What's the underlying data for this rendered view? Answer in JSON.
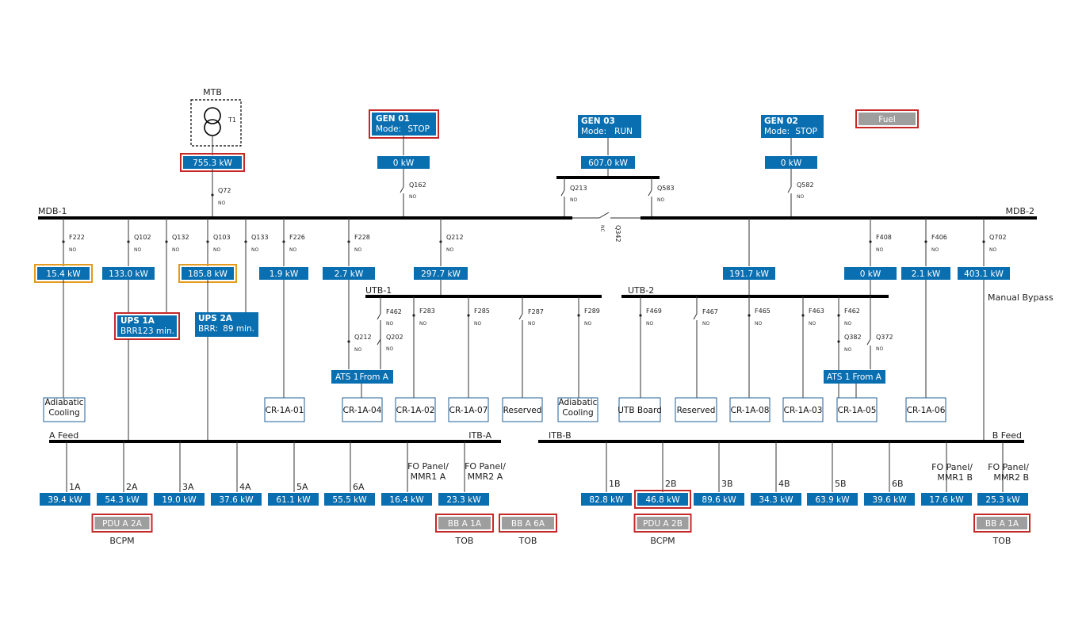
{
  "colors": {
    "meter_blue": "#0a6fb0",
    "alarm_red": "#c62828",
    "warn_orange": "#e39a1e",
    "tob_gray": "#9e9e9e"
  },
  "transformer": {
    "name": "MTB",
    "tag": "T1",
    "meter": "755.3 kW",
    "breaker": "Q72",
    "breaker_state": "NO"
  },
  "generators": {
    "gen01": {
      "name": "GEN 01",
      "mode_label": "Mode:",
      "mode": "STOP",
      "meter": "0 kW",
      "breaker": "Q162",
      "breaker_state": "NO"
    },
    "gen03": {
      "name": "GEN 03",
      "mode_label": "Mode:",
      "mode": "RUN",
      "meter": "607.0 kW",
      "breaker_left": "Q213",
      "breaker_right": "Q583",
      "breaker_state": "NO"
    },
    "gen02": {
      "name": "GEN 02",
      "mode_label": "Mode:",
      "mode": "STOP",
      "meter": "0 kW",
      "breaker": "Q582",
      "breaker_state": "NO"
    }
  },
  "fuel_label": "Fuel",
  "tie": {
    "name": "Q342",
    "state": "NC"
  },
  "buses": {
    "mdb1": "MDB-1",
    "mdb2": "MDB-2",
    "utb1": "UTB-1",
    "utb2": "UTB-2",
    "itba": "ITB-A",
    "itbb": "ITB-B",
    "afeed": "A Feed",
    "bfeed": "B Feed"
  },
  "mdb1_feeders": [
    {
      "breaker": "F222",
      "state": "NO",
      "meter": "15.4 kW"
    },
    {
      "breaker": "Q102",
      "state": "NO",
      "meter": "133.0 kW"
    },
    {
      "breaker": "Q132",
      "state": "NO"
    },
    {
      "breaker": "Q103",
      "state": "NO",
      "meter": "185.8 kW"
    },
    {
      "breaker": "Q133",
      "state": "NO"
    },
    {
      "breaker": "F226",
      "state": "NO",
      "meter": "1.9 kW"
    },
    {
      "breaker": "F228",
      "state": "NO",
      "meter": "2.7 kW"
    },
    {
      "breaker": "Q212",
      "state": "NO",
      "meter": "297.7 kW"
    }
  ],
  "mdb2_feeders": [
    {
      "meter": "191.7 kW"
    },
    {
      "breaker": "F408",
      "state": "NO",
      "meter": "0 kW"
    },
    {
      "breaker": "F406",
      "state": "NO",
      "meter": "2.1 kW"
    },
    {
      "breaker": "Q702",
      "state": "NO",
      "meter": "403.1 kW"
    }
  ],
  "manual_bypass": "Manual Bypass",
  "ups": {
    "ups1a": {
      "name": "UPS 1A",
      "brr_label": "BRR:",
      "brr": "123 min."
    },
    "ups2a": {
      "name": "UPS 2A",
      "brr_label": "BRR:",
      "brr": "89 min."
    }
  },
  "utb1_feeders": [
    {
      "breaker": "F462",
      "state": "NO"
    },
    {
      "breaker": "F283",
      "state": "NO"
    },
    {
      "breaker": "F285",
      "state": "NO"
    },
    {
      "breaker": "F287",
      "state": "NO"
    },
    {
      "breaker": "F289",
      "state": "NO"
    }
  ],
  "utb1_ats": {
    "left": "Q212",
    "right": "Q202",
    "state": "NO",
    "label": "ATS 1",
    "source": "From A"
  },
  "utb2_feeders": [
    {
      "breaker": "F469",
      "state": "NO"
    },
    {
      "breaker": "F467",
      "state": "NO"
    },
    {
      "breaker": "F465",
      "state": "NO"
    },
    {
      "breaker": "F463",
      "state": "NO"
    },
    {
      "breaker": "F462",
      "state": "NO"
    }
  ],
  "utb2_ats": {
    "left": "Q382",
    "right": "Q372",
    "state": "NO",
    "label": "ATS 1",
    "source": "From A"
  },
  "loads": {
    "adiabatic1": [
      "Adiabatic",
      "Cooling"
    ],
    "cr1a01": "CR-1A-01",
    "cr1a04": "CR-1A-04",
    "cr1a02": "CR-1A-02",
    "cr1a07": "CR-1A-07",
    "reserved1": "Reserved",
    "adiabatic2": [
      "Adiabatic",
      "Cooling"
    ],
    "utbboard": "UTB Board",
    "reserved2": "Reserved",
    "cr1a08": "CR-1A-08",
    "cr1a03": "CR-1A-03",
    "cr1a05": "CR-1A-05",
    "cr1a06": "CR-1A-06"
  },
  "a_branches": [
    {
      "label": "1A",
      "meter": "39.4 kW"
    },
    {
      "label": "2A",
      "meter": "54.3 kW"
    },
    {
      "label": "3A",
      "meter": "19.0 kW"
    },
    {
      "label": "4A",
      "meter": "37.6 kW"
    },
    {
      "label": "5A",
      "meter": "61.1 kW"
    },
    {
      "label": "6A",
      "meter": "55.5 kW"
    },
    {
      "label": [
        "FO Panel/",
        "MMR1 A"
      ],
      "meter": "16.4 kW"
    },
    {
      "label": [
        "FO Panel/",
        "MMR2 A"
      ],
      "meter": "23.3 kW"
    }
  ],
  "b_branches": [
    {
      "label": "1B",
      "meter": "82.8 kW"
    },
    {
      "label": "2B",
      "meter": "46.8 kW"
    },
    {
      "label": "3B",
      "meter": "89.6 kW"
    },
    {
      "label": "4B",
      "meter": "34.3 kW"
    },
    {
      "label": "5B",
      "meter": "63.9 kW"
    },
    {
      "label": "6B",
      "meter": "39.6 kW"
    },
    {
      "label": [
        "FO Panel/",
        "MMR1 B"
      ],
      "meter": "17.6 kW"
    },
    {
      "label": [
        "FO Panel/",
        "MMR2 B"
      ],
      "meter": "25.3 kW"
    }
  ],
  "bottom_units": [
    {
      "name": "PDU A 2A",
      "caption": "BCPM"
    },
    {
      "name": "BB A 1A",
      "caption": "TOB"
    },
    {
      "name": "BB A 6A",
      "caption": "TOB"
    },
    {
      "name": "PDU A 2B",
      "caption": "BCPM"
    },
    {
      "name": "BB A 1A",
      "caption": "TOB"
    }
  ]
}
